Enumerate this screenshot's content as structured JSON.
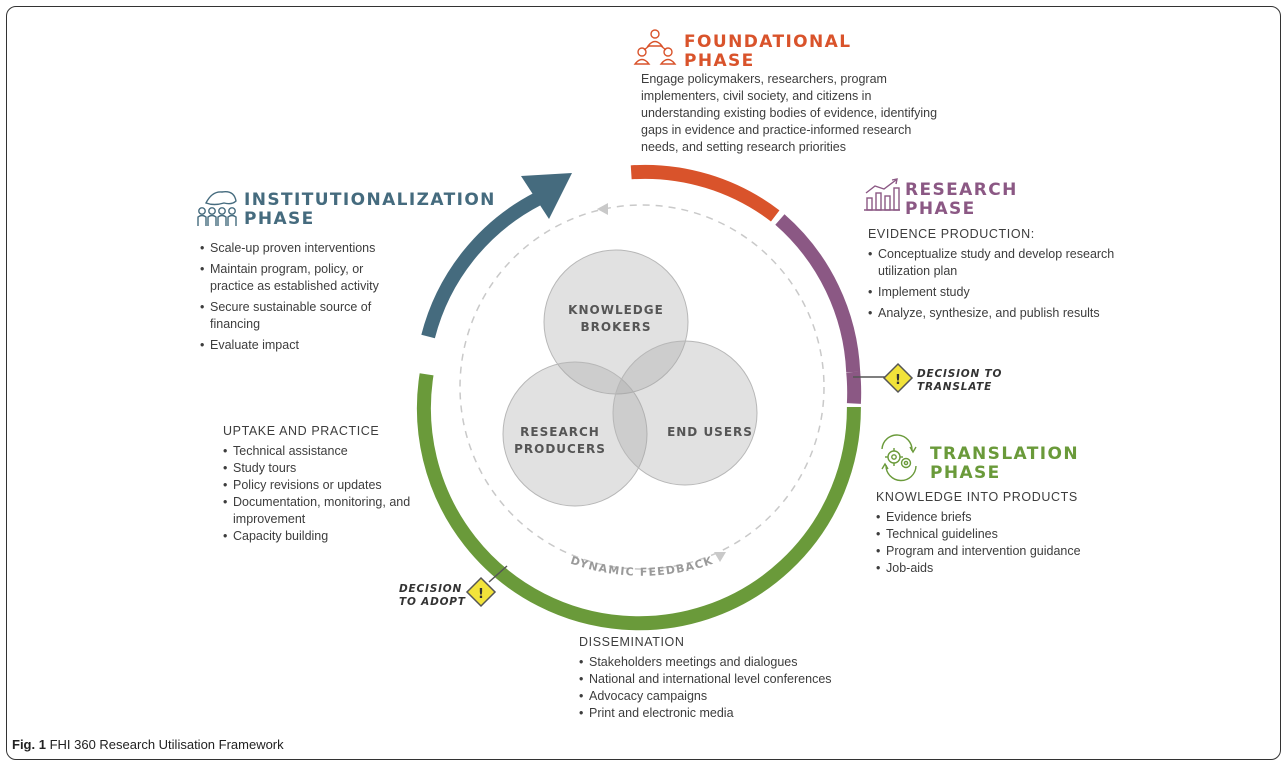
{
  "colors": {
    "foundational": "#d9532b",
    "research": "#8b5884",
    "translation": "#6a9a3a",
    "institutionalization": "#456b7e",
    "decision_fill": "#f2e33a"
  },
  "foundational": {
    "title_line1": "FOUNDATIONAL",
    "title_line2": "PHASE",
    "icon": "people-network-icon",
    "description": "Engage policymakers, researchers, program implementers, civil society, and citizens in understanding existing bodies of evidence, identifying gaps in evidence and practice-informed research needs, and setting research priorities"
  },
  "research": {
    "title_line1": "RESEARCH",
    "title_line2": "PHASE",
    "icon": "bar-chart-icon",
    "section": "EVIDENCE PRODUCTION:",
    "items": [
      "Conceptualize study and develop research utilization plan",
      "Implement study",
      "Analyze, synthesize, and publish results"
    ]
  },
  "decision_translate": {
    "line1": "DECISION TO",
    "line2": "TRANSLATE"
  },
  "translation": {
    "title_line1": "TRANSLATION",
    "title_line2": "PHASE",
    "icon": "gears-cycle-icon",
    "section": "KNOWLEDGE INTO PRODUCTS",
    "items": [
      "Evidence briefs",
      "Technical guidelines",
      "Program and intervention guidance",
      "Job-aids"
    ]
  },
  "dissemination": {
    "section": "DISSEMINATION",
    "items": [
      "Stakeholders meetings and dialogues",
      "National and international level conferences",
      "Advocacy campaigns",
      "Print and electronic media"
    ]
  },
  "decision_adopt": {
    "line1": "DECISION",
    "line2": "TO ADOPT"
  },
  "uptake": {
    "section": "UPTAKE AND PRACTICE",
    "items": [
      "Technical assistance",
      " Study tours",
      "Policy revisions or updates",
      "Documentation, monitoring, and improvement",
      "Capacity building"
    ]
  },
  "institutionalization": {
    "title_line1": "INSTITUTIONALIZATION",
    "title_line2": "PHASE",
    "icon": "population-map-icon",
    "items": [
      "Scale-up proven interventions",
      "Maintain program, policy, or practice as established activity",
      "Secure sustainable source of financing",
      "Evaluate impact"
    ]
  },
  "venn": {
    "knowledge_line1": "KNOWLEDGE",
    "knowledge_line2": "BROKERS",
    "producers_line1": "RESEARCH",
    "producers_line2": "PRODUCERS",
    "end_users": "END USERS"
  },
  "feedback_label": "DYNAMIC FEEDBACK",
  "caption": {
    "label": "Fig. 1",
    "text": " FHI 360 Research Utilisation Framework"
  }
}
